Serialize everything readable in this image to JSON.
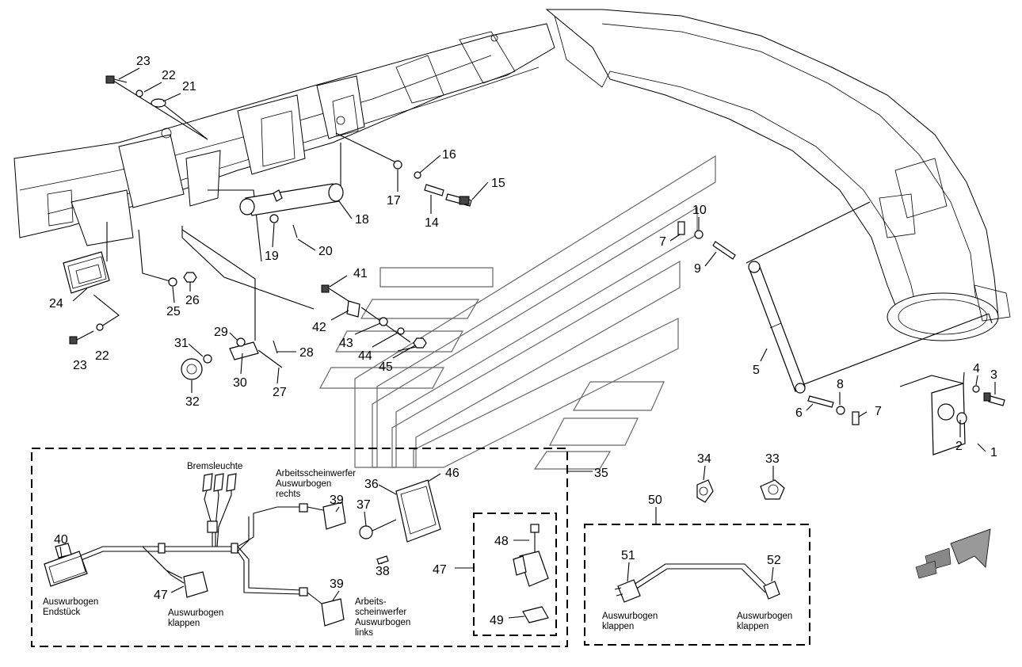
{
  "callouts": {
    "n1": "1",
    "n2": "2",
    "n3": "3",
    "n4": "4",
    "n5": "5",
    "n6": "6",
    "n7a": "7",
    "n7b": "7",
    "n8": "8",
    "n9": "9",
    "n10": "10",
    "n14": "14",
    "n15": "15",
    "n16": "16",
    "n17": "17",
    "n18": "18",
    "n19": "19",
    "n20": "20",
    "n21": "21",
    "n22a": "22",
    "n22b": "22",
    "n23a": "23",
    "n23b": "23",
    "n24": "24",
    "n25": "25",
    "n26": "26",
    "n27": "27",
    "n28": "28",
    "n29": "29",
    "n30": "30",
    "n31": "31",
    "n32": "32",
    "n33": "33",
    "n34": "34",
    "n35": "35",
    "n36": "36",
    "n37": "37",
    "n38": "38",
    "n39a": "39",
    "n39b": "39",
    "n40": "40",
    "n41": "41",
    "n42": "42",
    "n43": "43",
    "n44": "44",
    "n45": "45",
    "n46": "46",
    "n47a": "47",
    "n47b": "47",
    "n48": "48",
    "n49": "49",
    "n50": "50",
    "n51": "51",
    "n52": "52"
  },
  "labels": {
    "bremsleuchte": "Bremsleuchte",
    "arbeit_rechts": [
      "Arbeitsscheinwerfer",
      "Auswurbogen",
      "rechts"
    ],
    "arbeit_links": [
      "Arbeits-",
      "scheinwerfer",
      "Auswurbogen",
      "links"
    ],
    "endstueck": [
      "Auswurbogen",
      "Endstück"
    ],
    "klappen_harness": [
      "Auswurbogen",
      "klappen"
    ],
    "klappen_51": [
      "Auswurbogen",
      "klappen"
    ],
    "klappen_52": [
      "Auswurbogen",
      "klappen"
    ]
  },
  "colors": {
    "line": "#000000",
    "watermark": "#666666",
    "part_fill": "#ffffff",
    "dark_fill": "#444444",
    "arrow_fill": "#888888"
  }
}
